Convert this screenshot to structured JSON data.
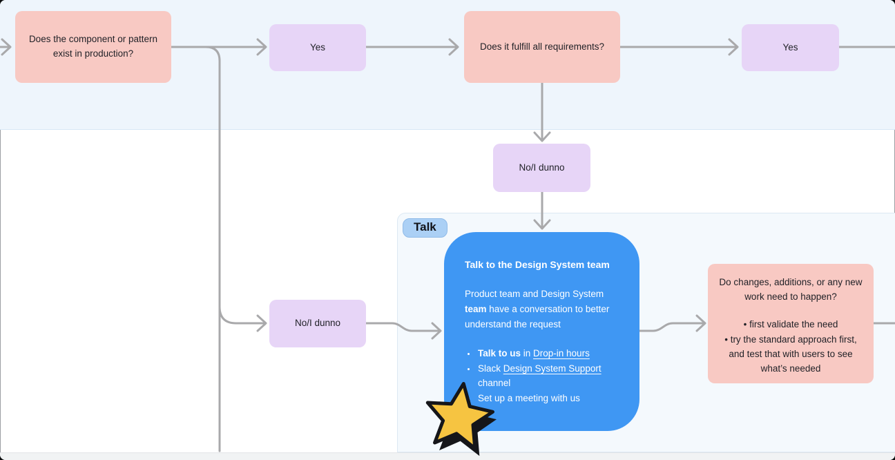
{
  "flow": {
    "nodes": {
      "q_exists": {
        "label": "Does the component or pattern exist in production?"
      },
      "yes_top_left": {
        "label": "Yes"
      },
      "q_fulfill": {
        "label": "Does it fulfill all requirements?"
      },
      "yes_top_right": {
        "label": "Yes"
      },
      "no_dunno_top": {
        "label": "No/I dunno"
      },
      "no_dunno_left": {
        "label": "No/I dunno"
      }
    },
    "section": {
      "label": "Talk"
    },
    "blue_card": {
      "title": "Talk to the Design System team",
      "intro_1": "Product team and Design System ",
      "intro_bold": "team",
      "intro_2": " have a conversation to better understand the request",
      "bullet1_bold": "Talk to us",
      "bullet1_mid": " in ",
      "bullet1_link": "Drop-in hours",
      "bullet2_pre": "Slack ",
      "bullet2_link": "Design System Support",
      "bullet2_post": " channel",
      "bullet3": "Set up a meeting with us"
    },
    "decision_card": {
      "title": "Do changes, additions, or any new work need to happen?",
      "bullets": [
        "first validate the need",
        "try the standard approach first, and test that with users to see what’s needed"
      ]
    },
    "sticker": {
      "name": "star"
    }
  },
  "colors": {
    "node_pink": "#F8C9C3",
    "node_purple": "#E7D5F7",
    "card_blue": "#3F97F3",
    "star_yellow": "#F6C441",
    "connector_gray": "#A9A9AB",
    "section_label_blue": "#ABD0F5",
    "canvas_top_band": "#EEF5FC",
    "section_fill": "#F4F9FD",
    "text_dark": "#1F2026"
  }
}
